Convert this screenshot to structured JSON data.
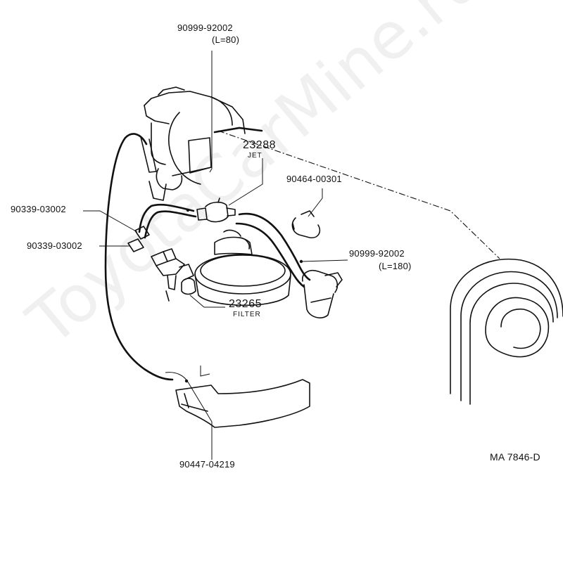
{
  "watermark": "ToyotaCarMine.ru",
  "callouts": {
    "hose_top": {
      "part_no": "90999-92002",
      "spec": "(L=80)"
    },
    "jet": {
      "part_no": "23288",
      "desc": "JET"
    },
    "clip": {
      "part_no": "90464-00301"
    },
    "hose_right": {
      "part_no": "90999-92002",
      "spec": "(L=180)"
    },
    "plug_upper": {
      "part_no": "90339-03002"
    },
    "plug_lower": {
      "part_no": "90339-03002"
    },
    "filter": {
      "part_no": "23265",
      "desc": "FILTER"
    },
    "clamp_bottom": {
      "part_no": "90447-04219"
    }
  },
  "illustration_code": "MA  7846-D"
}
